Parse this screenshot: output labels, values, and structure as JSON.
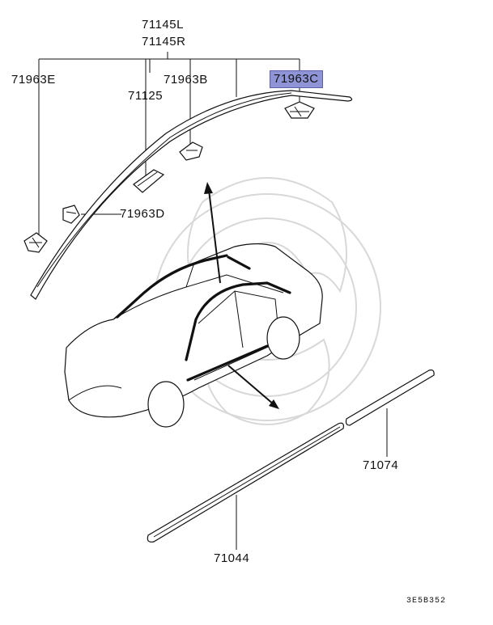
{
  "labels": {
    "l71145l": "71145L",
    "l71145r": "71145R",
    "l71963e": "71963E",
    "l71963b": "71963B",
    "l71963c": "71963C",
    "l71125": "71125",
    "l71963d": "71963D",
    "l71074": "71074",
    "l71044": "71044"
  },
  "diagram_code": "3E5B352",
  "colors": {
    "highlight": "#8f94d6",
    "line": "#111111",
    "watermark": "#d8d8d8"
  }
}
